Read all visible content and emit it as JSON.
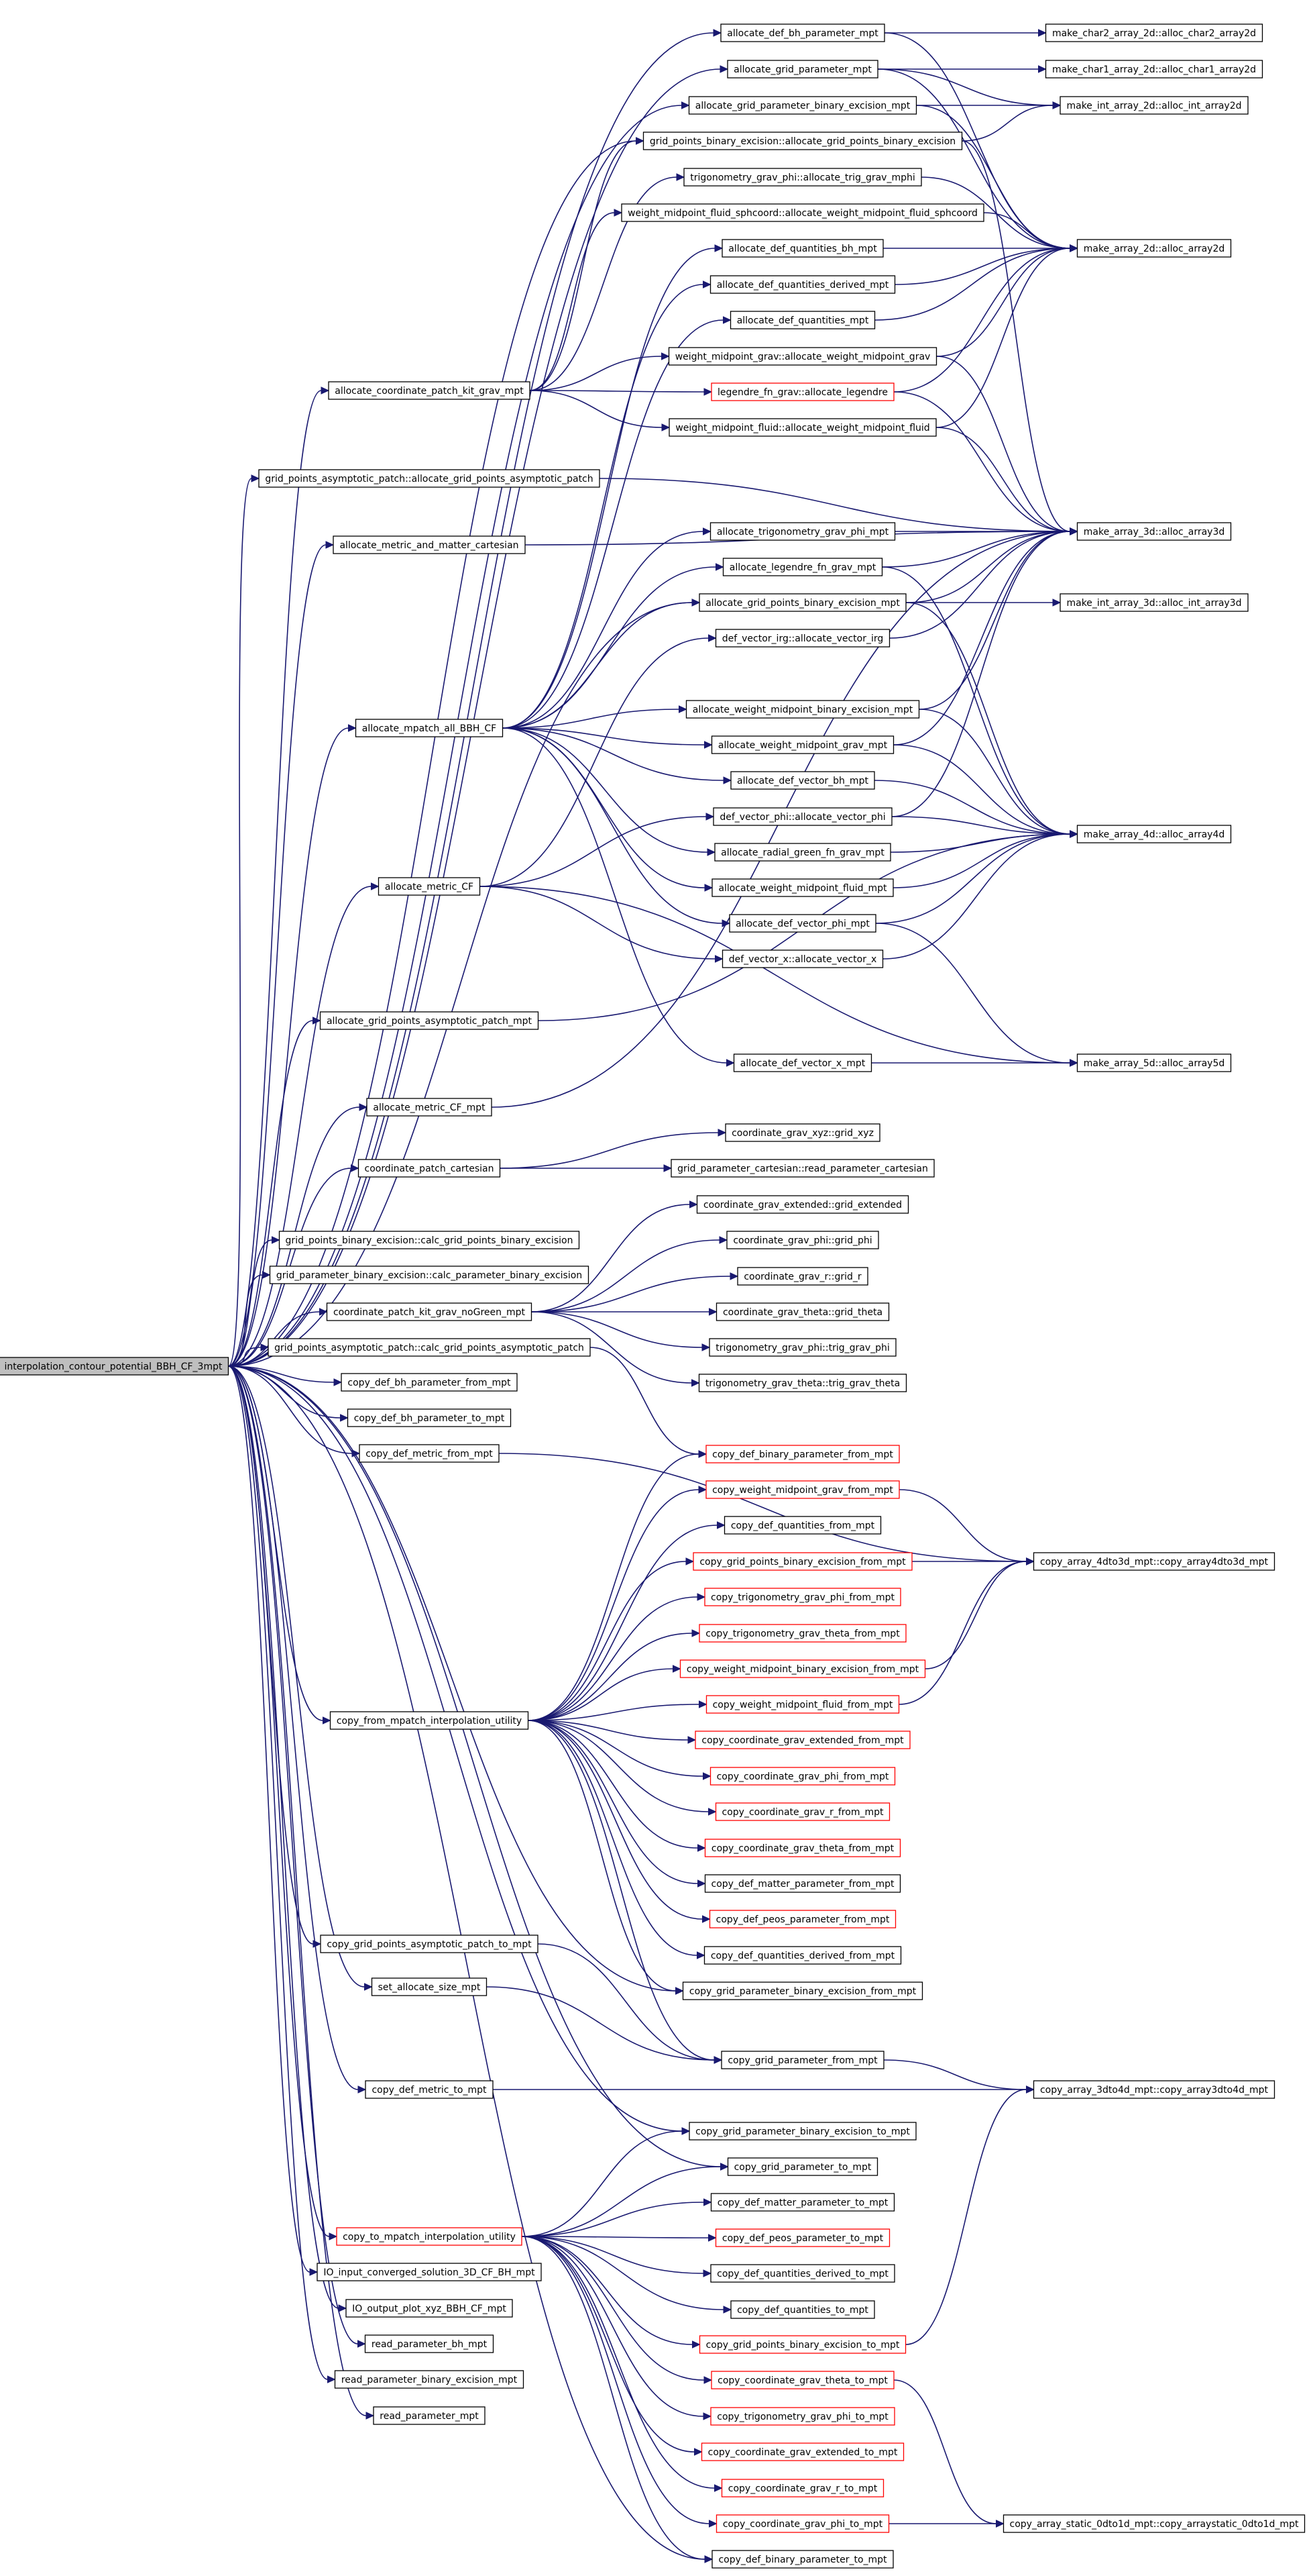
{
  "diagram": {
    "type": "call-graph",
    "root": "interpolation_contour_potential_BBH_CF_3mpt",
    "nodes": [
      {
        "id": "root",
        "label": "interpolation_contour_potential_BBH_CF_3mpt",
        "root": true
      },
      {
        "id": "c1",
        "label": "allocate_coordinate_patch_kit_grav_mpt"
      },
      {
        "id": "c2",
        "label": "grid_points_asymptotic_patch::allocate_grid_points_asymptotic_patch"
      },
      {
        "id": "c3",
        "label": "allocate_metric_and_matter_cartesian"
      },
      {
        "id": "c4",
        "label": "allocate_mpatch_all_BBH_CF"
      },
      {
        "id": "c5",
        "label": "allocate_metric_CF"
      },
      {
        "id": "c6",
        "label": "allocate_grid_points_asymptotic_patch_mpt"
      },
      {
        "id": "c7",
        "label": "allocate_metric_CF_mpt"
      },
      {
        "id": "c8",
        "label": "coordinate_patch_cartesian"
      },
      {
        "id": "c9",
        "label": "grid_points_binary_excision::calc_grid_points_binary_excision"
      },
      {
        "id": "c10",
        "label": "grid_parameter_binary_excision::calc_parameter_binary_excision"
      },
      {
        "id": "c11",
        "label": "coordinate_patch_kit_grav_noGreen_mpt"
      },
      {
        "id": "c12",
        "label": "grid_points_asymptotic_patch::calc_grid_points_asymptotic_patch"
      },
      {
        "id": "c13",
        "label": "copy_def_bh_parameter_from_mpt"
      },
      {
        "id": "c14",
        "label": "copy_def_bh_parameter_to_mpt"
      },
      {
        "id": "c15",
        "label": "copy_def_metric_from_mpt"
      },
      {
        "id": "c16",
        "label": "copy_from_mpatch_interpolation_utility"
      },
      {
        "id": "c17",
        "label": "copy_grid_points_asymptotic_patch_to_mpt"
      },
      {
        "id": "c18",
        "label": "set_allocate_size_mpt"
      },
      {
        "id": "c19",
        "label": "copy_def_metric_to_mpt"
      },
      {
        "id": "c20",
        "label": "copy_to_mpatch_interpolation_utility",
        "red": true
      },
      {
        "id": "c21",
        "label": "IO_input_converged_solution_3D_CF_BH_mpt"
      },
      {
        "id": "c22",
        "label": "IO_output_plot_xyz_BBH_CF_mpt"
      },
      {
        "id": "c23",
        "label": "read_parameter_bh_mpt"
      },
      {
        "id": "c24",
        "label": "read_parameter_binary_excision_mpt"
      },
      {
        "id": "c25",
        "label": "read_parameter_mpt"
      },
      {
        "id": "m1",
        "label": "allocate_def_bh_parameter_mpt"
      },
      {
        "id": "m2",
        "label": "allocate_grid_parameter_mpt"
      },
      {
        "id": "m3",
        "label": "allocate_grid_parameter_binary_excision_mpt"
      },
      {
        "id": "m4",
        "label": "grid_points_binary_excision::allocate_grid_points_binary_excision"
      },
      {
        "id": "m5",
        "label": "trigonometry_grav_phi::allocate_trig_grav_mphi"
      },
      {
        "id": "m6",
        "label": "weight_midpoint_fluid_sphcoord::allocate_weight_midpoint_fluid_sphcoord"
      },
      {
        "id": "m7",
        "label": "allocate_def_quantities_bh_mpt"
      },
      {
        "id": "m8",
        "label": "allocate_def_quantities_derived_mpt"
      },
      {
        "id": "m9",
        "label": "allocate_def_quantities_mpt"
      },
      {
        "id": "m10",
        "label": "weight_midpoint_grav::allocate_weight_midpoint_grav"
      },
      {
        "id": "m11",
        "label": "legendre_fn_grav::allocate_legendre",
        "red": true
      },
      {
        "id": "m12",
        "label": "weight_midpoint_fluid::allocate_weight_midpoint_fluid"
      },
      {
        "id": "m13",
        "label": "allocate_trigonometry_grav_phi_mpt"
      },
      {
        "id": "m14",
        "label": "allocate_legendre_fn_grav_mpt"
      },
      {
        "id": "m15",
        "label": "allocate_grid_points_binary_excision_mpt"
      },
      {
        "id": "m16",
        "label": "def_vector_irg::allocate_vector_irg"
      },
      {
        "id": "m17",
        "label": "allocate_weight_midpoint_binary_excision_mpt"
      },
      {
        "id": "m18",
        "label": "allocate_weight_midpoint_grav_mpt"
      },
      {
        "id": "m19",
        "label": "allocate_def_vector_bh_mpt"
      },
      {
        "id": "m20",
        "label": "def_vector_phi::allocate_vector_phi"
      },
      {
        "id": "m21",
        "label": "allocate_radial_green_fn_grav_mpt"
      },
      {
        "id": "m22",
        "label": "allocate_weight_midpoint_fluid_mpt"
      },
      {
        "id": "m23",
        "label": "allocate_def_vector_phi_mpt"
      },
      {
        "id": "m24",
        "label": "def_vector_x::allocate_vector_x"
      },
      {
        "id": "m25",
        "label": "allocate_def_vector_x_mpt"
      },
      {
        "id": "m26",
        "label": "coordinate_grav_xyz::grid_xyz"
      },
      {
        "id": "m27",
        "label": "grid_parameter_cartesian::read_parameter_cartesian"
      },
      {
        "id": "m28",
        "label": "coordinate_grav_extended::grid_extended"
      },
      {
        "id": "m29",
        "label": "coordinate_grav_phi::grid_phi"
      },
      {
        "id": "m30",
        "label": "coordinate_grav_r::grid_r"
      },
      {
        "id": "m31",
        "label": "coordinate_grav_theta::grid_theta"
      },
      {
        "id": "m32",
        "label": "trigonometry_grav_phi::trig_grav_phi"
      },
      {
        "id": "m33",
        "label": "trigonometry_grav_theta::trig_grav_theta"
      },
      {
        "id": "f1",
        "label": "copy_def_binary_parameter_from_mpt",
        "red": true
      },
      {
        "id": "f2",
        "label": "copy_weight_midpoint_grav_from_mpt",
        "red": true
      },
      {
        "id": "f3",
        "label": "copy_def_quantities_from_mpt"
      },
      {
        "id": "f4",
        "label": "copy_grid_points_binary_excision_from_mpt",
        "red": true
      },
      {
        "id": "f5",
        "label": "copy_trigonometry_grav_phi_from_mpt",
        "red": true
      },
      {
        "id": "f6",
        "label": "copy_trigonometry_grav_theta_from_mpt",
        "red": true
      },
      {
        "id": "f7",
        "label": "copy_weight_midpoint_binary_excision_from_mpt",
        "red": true
      },
      {
        "id": "f8",
        "label": "copy_weight_midpoint_fluid_from_mpt",
        "red": true
      },
      {
        "id": "f9",
        "label": "copy_coordinate_grav_extended_from_mpt",
        "red": true
      },
      {
        "id": "f10",
        "label": "copy_coordinate_grav_phi_from_mpt",
        "red": true
      },
      {
        "id": "f11",
        "label": "copy_coordinate_grav_r_from_mpt",
        "red": true
      },
      {
        "id": "f12",
        "label": "copy_coordinate_grav_theta_from_mpt",
        "red": true
      },
      {
        "id": "f13",
        "label": "copy_def_matter_parameter_from_mpt"
      },
      {
        "id": "f14",
        "label": "copy_def_peos_parameter_from_mpt",
        "red": true
      },
      {
        "id": "f15",
        "label": "copy_def_quantities_derived_from_mpt"
      },
      {
        "id": "f16",
        "label": "copy_grid_parameter_binary_excision_from_mpt"
      },
      {
        "id": "f17",
        "label": "copy_grid_parameter_from_mpt"
      },
      {
        "id": "t1",
        "label": "copy_grid_parameter_binary_excision_to_mpt"
      },
      {
        "id": "t2",
        "label": "copy_grid_parameter_to_mpt"
      },
      {
        "id": "t3",
        "label": "copy_def_matter_parameter_to_mpt"
      },
      {
        "id": "t4",
        "label": "copy_def_peos_parameter_to_mpt",
        "red": true
      },
      {
        "id": "t5",
        "label": "copy_def_quantities_derived_to_mpt"
      },
      {
        "id": "t6",
        "label": "copy_def_quantities_to_mpt"
      },
      {
        "id": "t7",
        "label": "copy_grid_points_binary_excision_to_mpt",
        "red": true
      },
      {
        "id": "t8",
        "label": "copy_coordinate_grav_theta_to_mpt",
        "red": true
      },
      {
        "id": "t9",
        "label": "copy_trigonometry_grav_phi_to_mpt",
        "red": true
      },
      {
        "id": "t10",
        "label": "copy_coordinate_grav_extended_to_mpt",
        "red": true
      },
      {
        "id": "t11",
        "label": "copy_coordinate_grav_r_to_mpt",
        "red": true
      },
      {
        "id": "t12",
        "label": "copy_coordinate_grav_phi_to_mpt",
        "red": true
      },
      {
        "id": "t13",
        "label": "copy_def_binary_parameter_to_mpt"
      },
      {
        "id": "a1",
        "label": "make_char2_array_2d::alloc_char2_array2d"
      },
      {
        "id": "a2",
        "label": "make_char1_array_2d::alloc_char1_array2d"
      },
      {
        "id": "a3",
        "label": "make_int_array_2d::alloc_int_array2d"
      },
      {
        "id": "a4",
        "label": "make_array_2d::alloc_array2d"
      },
      {
        "id": "a5",
        "label": "make_array_3d::alloc_array3d"
      },
      {
        "id": "a6",
        "label": "make_int_array_3d::alloc_int_array3d"
      },
      {
        "id": "a7",
        "label": "make_array_4d::alloc_array4d"
      },
      {
        "id": "a8",
        "label": "make_array_5d::alloc_array5d"
      },
      {
        "id": "r1",
        "label": "copy_array_4dto3d_mpt::copy_array4dto3d_mpt"
      },
      {
        "id": "r2",
        "label": "copy_array_3dto4d_mpt::copy_array3dto4d_mpt"
      },
      {
        "id": "r3",
        "label": "copy_array_static_0dto1d_mpt::copy_arraystatic_0dto1d_mpt"
      }
    ],
    "edges": [
      [
        "root",
        "c1"
      ],
      [
        "root",
        "c2"
      ],
      [
        "root",
        "c3"
      ],
      [
        "root",
        "c4"
      ],
      [
        "root",
        "c5"
      ],
      [
        "root",
        "c6"
      ],
      [
        "root",
        "c7"
      ],
      [
        "root",
        "c8"
      ],
      [
        "root",
        "c9"
      ],
      [
        "root",
        "c10"
      ],
      [
        "root",
        "c11"
      ],
      [
        "root",
        "c12"
      ],
      [
        "root",
        "c13"
      ],
      [
        "root",
        "c14"
      ],
      [
        "root",
        "c15"
      ],
      [
        "root",
        "c16"
      ],
      [
        "root",
        "c17"
      ],
      [
        "root",
        "c18"
      ],
      [
        "root",
        "c19"
      ],
      [
        "root",
        "c20"
      ],
      [
        "root",
        "c21"
      ],
      [
        "root",
        "c22"
      ],
      [
        "root",
        "c23"
      ],
      [
        "root",
        "c24"
      ],
      [
        "root",
        "c25"
      ],
      [
        "root",
        "m1"
      ],
      [
        "root",
        "m2"
      ],
      [
        "root",
        "m3"
      ],
      [
        "root",
        "m4"
      ],
      [
        "root",
        "m15"
      ],
      [
        "root",
        "t13"
      ],
      [
        "root",
        "t1"
      ],
      [
        "root",
        "t2"
      ],
      [
        "root",
        "f16"
      ],
      [
        "c1",
        "m4"
      ],
      [
        "c1",
        "m5"
      ],
      [
        "c1",
        "m6"
      ],
      [
        "c1",
        "m10"
      ],
      [
        "c1",
        "m11"
      ],
      [
        "c1",
        "m12"
      ],
      [
        "c2",
        "a5"
      ],
      [
        "c3",
        "a5"
      ],
      [
        "c4",
        "m7"
      ],
      [
        "c4",
        "m8"
      ],
      [
        "c4",
        "m9"
      ],
      [
        "c4",
        "m13"
      ],
      [
        "c4",
        "m14"
      ],
      [
        "c4",
        "m15"
      ],
      [
        "c4",
        "m17"
      ],
      [
        "c4",
        "m18"
      ],
      [
        "c4",
        "m19"
      ],
      [
        "c4",
        "m21"
      ],
      [
        "c4",
        "m22"
      ],
      [
        "c4",
        "m23"
      ],
      [
        "c4",
        "m25"
      ],
      [
        "c5",
        "m16"
      ],
      [
        "c5",
        "m20"
      ],
      [
        "c5",
        "m24"
      ],
      [
        "c5",
        "a8"
      ],
      [
        "c6",
        "a7"
      ],
      [
        "c7",
        "a5"
      ],
      [
        "c8",
        "m26"
      ],
      [
        "c8",
        "m27"
      ],
      [
        "c11",
        "m28"
      ],
      [
        "c11",
        "m29"
      ],
      [
        "c11",
        "m30"
      ],
      [
        "c11",
        "m31"
      ],
      [
        "c11",
        "m32"
      ],
      [
        "c11",
        "m33"
      ],
      [
        "c12",
        "f1"
      ],
      [
        "c15",
        "r1"
      ],
      [
        "c16",
        "f1"
      ],
      [
        "c16",
        "f2"
      ],
      [
        "c16",
        "f3"
      ],
      [
        "c16",
        "f4"
      ],
      [
        "c16",
        "f5"
      ],
      [
        "c16",
        "f6"
      ],
      [
        "c16",
        "f7"
      ],
      [
        "c16",
        "f8"
      ],
      [
        "c16",
        "f9"
      ],
      [
        "c16",
        "f10"
      ],
      [
        "c16",
        "f11"
      ],
      [
        "c16",
        "f12"
      ],
      [
        "c16",
        "f13"
      ],
      [
        "c16",
        "f14"
      ],
      [
        "c16",
        "f15"
      ],
      [
        "c16",
        "f16"
      ],
      [
        "c16",
        "f17"
      ],
      [
        "c17",
        "f17"
      ],
      [
        "c18",
        "f17"
      ],
      [
        "c19",
        "r2"
      ],
      [
        "c20",
        "t1"
      ],
      [
        "c20",
        "t2"
      ],
      [
        "c20",
        "t3"
      ],
      [
        "c20",
        "t4"
      ],
      [
        "c20",
        "t5"
      ],
      [
        "c20",
        "t6"
      ],
      [
        "c20",
        "t7"
      ],
      [
        "c20",
        "t8"
      ],
      [
        "c20",
        "t9"
      ],
      [
        "c20",
        "t10"
      ],
      [
        "c20",
        "t11"
      ],
      [
        "c20",
        "t12"
      ],
      [
        "c20",
        "t13"
      ],
      [
        "m1",
        "a1"
      ],
      [
        "m1",
        "a4"
      ],
      [
        "m2",
        "a2"
      ],
      [
        "m2",
        "a3"
      ],
      [
        "m2",
        "a4"
      ],
      [
        "m3",
        "a3"
      ],
      [
        "m3",
        "a4"
      ],
      [
        "m4",
        "a3"
      ],
      [
        "m4",
        "a5"
      ],
      [
        "m5",
        "a4"
      ],
      [
        "m6",
        "a4"
      ],
      [
        "m7",
        "a4"
      ],
      [
        "m8",
        "a4"
      ],
      [
        "m9",
        "a4"
      ],
      [
        "m10",
        "a4"
      ],
      [
        "m10",
        "a5"
      ],
      [
        "m11",
        "a4"
      ],
      [
        "m11",
        "a5"
      ],
      [
        "m12",
        "a4"
      ],
      [
        "m12",
        "a5"
      ],
      [
        "m13",
        "a5"
      ],
      [
        "m14",
        "a5"
      ],
      [
        "m14",
        "a7"
      ],
      [
        "m15",
        "a5"
      ],
      [
        "m15",
        "a6"
      ],
      [
        "m15",
        "a7"
      ],
      [
        "m16",
        "a5"
      ],
      [
        "m17",
        "a5"
      ],
      [
        "m17",
        "a7"
      ],
      [
        "m18",
        "a5"
      ],
      [
        "m18",
        "a7"
      ],
      [
        "m19",
        "a7"
      ],
      [
        "m20",
        "a5"
      ],
      [
        "m20",
        "a7"
      ],
      [
        "m21",
        "a7"
      ],
      [
        "m22",
        "a7"
      ],
      [
        "m23",
        "a7"
      ],
      [
        "m23",
        "a8"
      ],
      [
        "m24",
        "a7"
      ],
      [
        "m25",
        "a8"
      ],
      [
        "f2",
        "r1"
      ],
      [
        "f4",
        "r1"
      ],
      [
        "f7",
        "r1"
      ],
      [
        "f8",
        "r1"
      ],
      [
        "t7",
        "r2"
      ],
      [
        "t8",
        "r3"
      ],
      [
        "t12",
        "r3"
      ],
      [
        "f17",
        "r2"
      ]
    ]
  }
}
